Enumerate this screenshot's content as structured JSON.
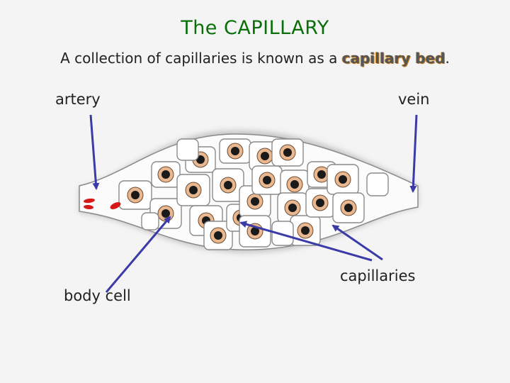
{
  "slide": {
    "title": "The CAPILLARY",
    "subtitle_prefix": "A collection of capillaries is known as a ",
    "subtitle_highlight": "capillary bed",
    "subtitle_suffix": "."
  },
  "labels": {
    "artery": "artery",
    "vein": "vein",
    "body_cell": "body cell",
    "capillaries": "capillaries"
  },
  "colors": {
    "title": "#0a6e0a",
    "arrow": "#3b3ba8",
    "red_blood_cell": "#d61a1a",
    "cell_body": "#e9b890",
    "nucleus": "#1a1a1a",
    "capillary_bed": "#8a8a8a"
  }
}
